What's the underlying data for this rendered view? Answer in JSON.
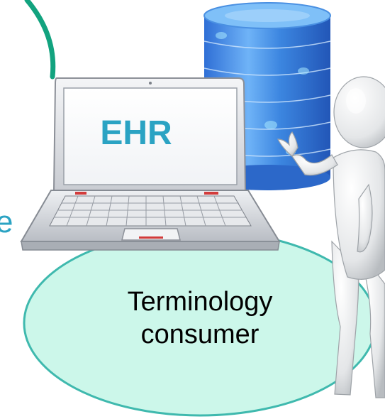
{
  "laptop": {
    "screen_text": "EHR"
  },
  "ellipse": {
    "line1": "Terminology",
    "line2": "consumer"
  },
  "edge_text": {
    "fragment": "e"
  },
  "colors": {
    "arc": "#12a37f",
    "ehr_text": "#2ba3c3",
    "ellipse_fill": "#ccf7ea",
    "ellipse_stroke": "#3fb9ae",
    "database": "#3c86e0",
    "edge_text": "#2ba3c3"
  },
  "icons": {
    "database": "database-cylinder-icon",
    "laptop": "laptop-icon",
    "person": "presenter-figure-icon"
  }
}
